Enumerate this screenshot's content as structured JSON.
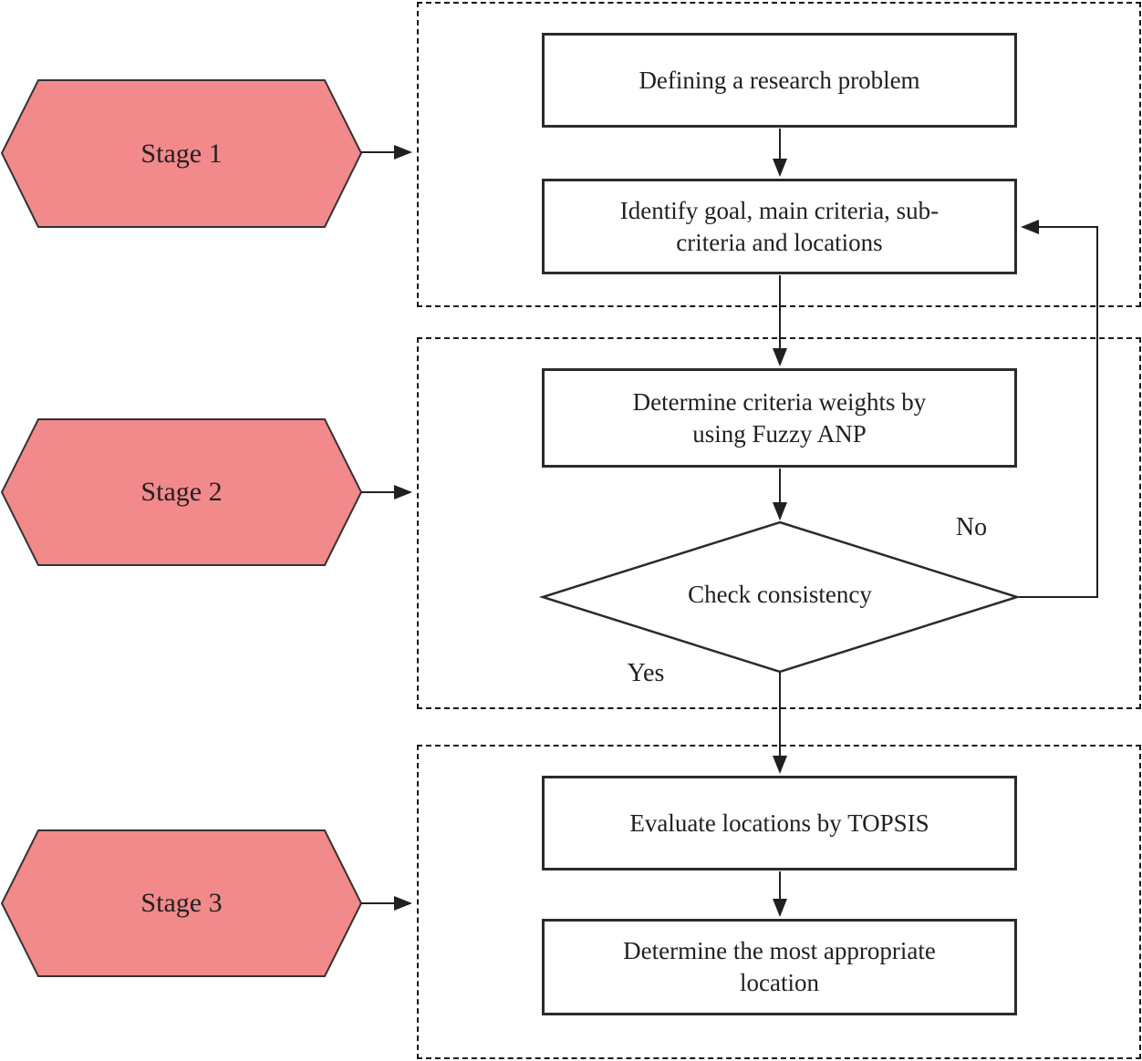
{
  "colors": {
    "stage_fill": "#F2898B",
    "stage_stroke": "#333333",
    "line_color": "#231F20"
  },
  "stages": [
    {
      "label": "Stage 1"
    },
    {
      "label": "Stage 2"
    },
    {
      "label": "Stage 3"
    }
  ],
  "flow": {
    "define_problem": "Defining a research problem",
    "identify_goal": "Identify goal, main criteria, sub-\ncriteria and locations",
    "determine_weights": "Determine criteria weights by\nusing Fuzzy ANP",
    "check_consistency": "Check consistency",
    "evaluate_topsis": "Evaluate locations by TOPSIS",
    "determine_location": "Determine the most appropriate\nlocation"
  },
  "decisions": {
    "yes": "Yes",
    "no": "No"
  }
}
